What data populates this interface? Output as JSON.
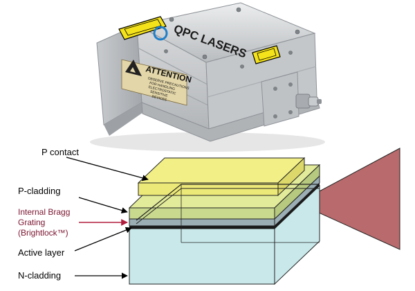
{
  "photo": {
    "brand_text": "QPC LASERS",
    "caution_line1": "ATTENTION",
    "caution_line2": "OBSERVE PRECAUTIONS",
    "caution_line3": "FOR HANDLING",
    "caution_line4": "ELECTROSTATIC",
    "caution_line5": "SENSITIVE",
    "caution_line6": "DEVICES",
    "colors": {
      "housing": "#d4d6d8",
      "warning_label": "#f4e21a",
      "esd_label": "#e3d6a8"
    }
  },
  "diagram": {
    "labels": {
      "p_contact": "P contact",
      "p_cladding": "P-cladding",
      "bragg_line1": "Internal Bragg",
      "bragg_line2": "Grating",
      "bragg_line3": "(Brightlock™)",
      "active_layer": "Active layer",
      "n_cladding": "N-cladding"
    },
    "colors": {
      "n_cladding": "#c9e8ea",
      "p_contact": "#f1ef86",
      "p_cladding": "#c9d98e",
      "grating": "#9aaeb4",
      "active_layer": "#1a1a1a",
      "beam": "#b86a6c",
      "bragg_label": "#7a1530",
      "bragg_arrow": "#b01c3c"
    }
  }
}
